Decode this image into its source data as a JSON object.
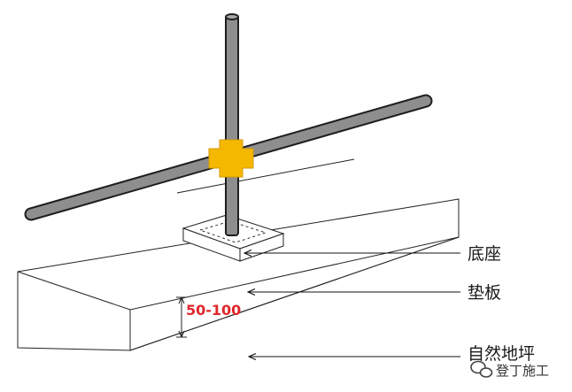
{
  "labels": {
    "base": "底座",
    "pad": "垫板",
    "ground": "自然地坪"
  },
  "dimension": "50-100",
  "watermark": "登丁施工",
  "colors": {
    "pipe": "#8e8e8e",
    "pipe_outline": "#1e1e1e",
    "coupler": "#f5b800",
    "dimension_text": "#e0262a"
  },
  "icons": {
    "watermark_icon": "wechat-logo-icon"
  }
}
